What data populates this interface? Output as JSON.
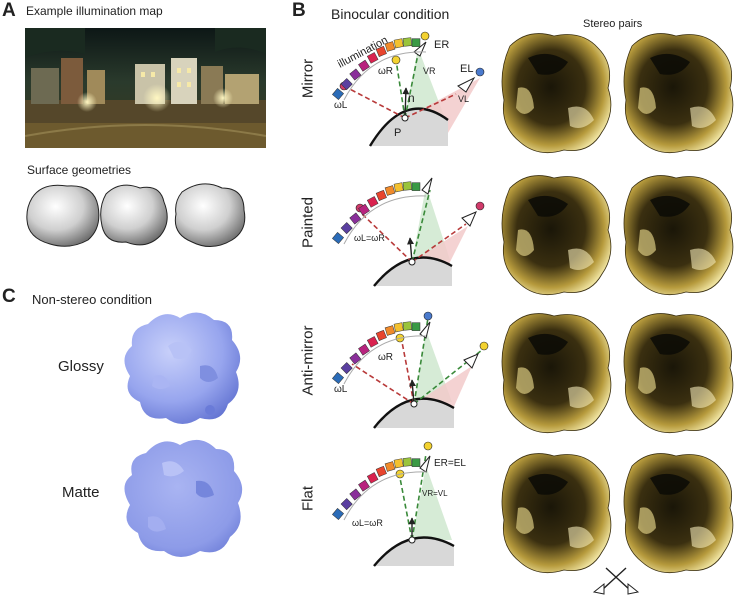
{
  "panel_a": {
    "letter": "A",
    "map_title": "Example illumination map",
    "shapes_title": "Surface geometries"
  },
  "panel_b": {
    "letter": "B",
    "title": "Binocular condition",
    "stereo_title": "Stereo pairs",
    "rows": [
      {
        "label": "Mirror"
      },
      {
        "label": "Painted"
      },
      {
        "label": "Anti-mirror"
      },
      {
        "label": "Flat"
      }
    ],
    "diagram_text": {
      "illumination": "illumination",
      "eye_right": "ER",
      "eye_left": "EL",
      "view_right": "VR",
      "view_left": "VL",
      "omega_right": "ωR",
      "omega_left": "ωL",
      "normal": "n",
      "point": "P",
      "omega_equal": "ωL=ωR",
      "eyes_equal": "ER=EL",
      "views_equal": "VR=VL"
    }
  },
  "panel_c": {
    "letter": "C",
    "title": "Non-stereo condition",
    "glossy": "Glossy",
    "matte": "Matte"
  },
  "colors": {
    "spectrum": [
      "#2b6cb8",
      "#5a3fa0",
      "#8a2f9a",
      "#b8237e",
      "#d9224f",
      "#e8452e",
      "#f08a2a",
      "#f3c12f",
      "#9ac43b",
      "#3a9a45"
    ],
    "ray_red": "#b83a3a",
    "ray_green": "#3a8a3a",
    "cone_green": "#cfe8cf",
    "cone_red": "#f2caca",
    "blob_blue": "#8f9ee8"
  }
}
